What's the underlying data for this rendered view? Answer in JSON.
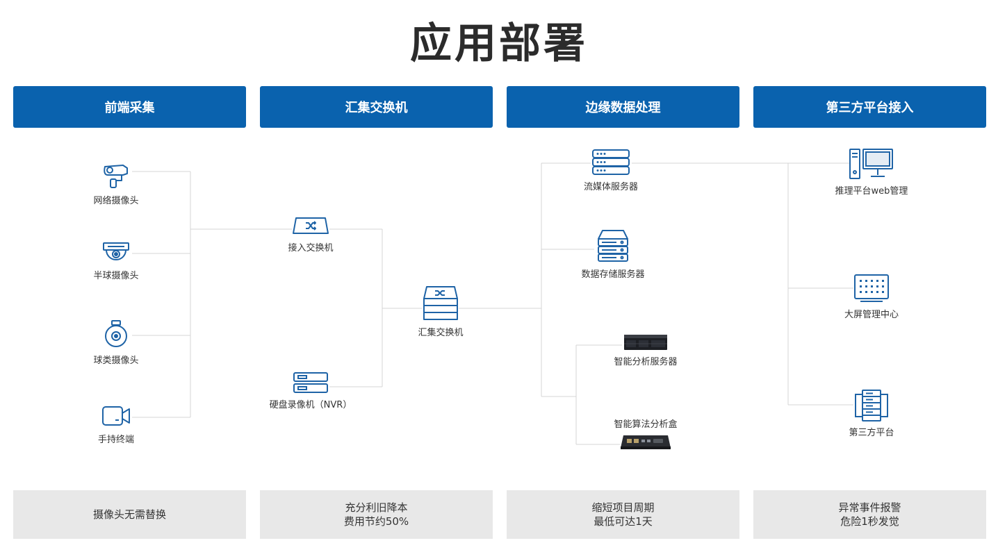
{
  "title": "应用部署",
  "colors": {
    "header_bg": "#0a62ae",
    "icon": "#1e63a6",
    "line": "#d4d4d4",
    "footer_bg": "#e8e8e8"
  },
  "headers": [
    "前端采集",
    "汇集交换机",
    "边缘数据处理",
    "第三方平台接入"
  ],
  "frontend": {
    "items": [
      {
        "label": "网络摄像头",
        "icon": "bullet-camera-icon"
      },
      {
        "label": "半球摄像头",
        "icon": "dome-camera-icon"
      },
      {
        "label": "球类摄像头",
        "icon": "ball-camera-icon"
      },
      {
        "label": "手持终端",
        "icon": "handheld-video-icon"
      }
    ]
  },
  "switches": {
    "access": {
      "label": "接入交换机",
      "icon": "access-switch-icon"
    },
    "nvr": {
      "label": "硬盘录像机（NVR）",
      "icon": "nvr-icon"
    },
    "aggregation": {
      "label": "汇集交换机",
      "icon": "aggregation-switch-icon"
    }
  },
  "edge": {
    "items": [
      {
        "label": "流媒体服务器",
        "icon": "streaming-server-icon"
      },
      {
        "label": "数据存储服务器",
        "icon": "storage-server-icon"
      },
      {
        "label": "智能分析服务器",
        "icon": "rack-server-photo-icon"
      },
      {
        "label": "智能算法分析盒",
        "icon": "analysis-box-photo-icon"
      }
    ]
  },
  "thirdparty": {
    "items": [
      {
        "label": "推理平台web管理",
        "icon": "desktop-computer-icon"
      },
      {
        "label": "大屏管理中心",
        "icon": "video-wall-icon"
      },
      {
        "label": "第三方平台",
        "icon": "server-cabinet-icon"
      }
    ]
  },
  "footers": [
    {
      "lines": [
        "摄像头无需替换"
      ]
    },
    {
      "lines": [
        "充分利旧降本",
        "费用节约50%"
      ]
    },
    {
      "lines": [
        "缩短项目周期",
        "最低可达1天"
      ]
    },
    {
      "lines": [
        "异常事件报警",
        "危险1秒发觉"
      ]
    }
  ]
}
